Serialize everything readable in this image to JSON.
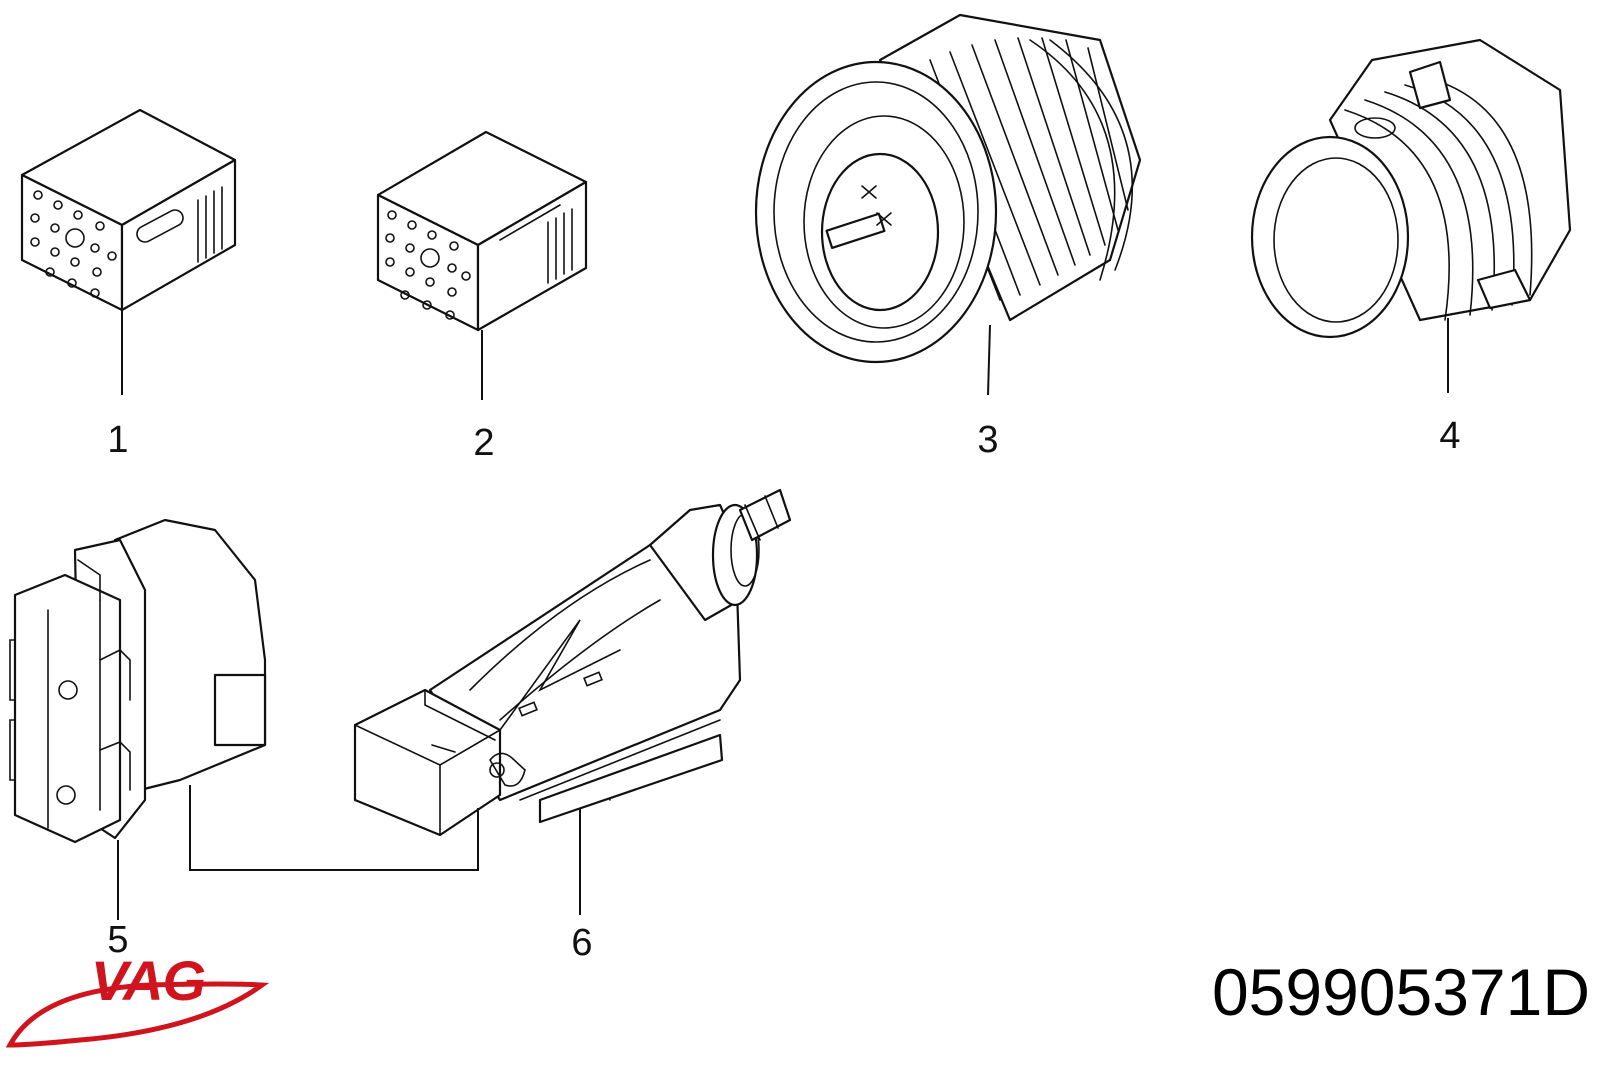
{
  "callouts": [
    {
      "label": "1"
    },
    {
      "label": "2"
    },
    {
      "label": "3"
    },
    {
      "label": "4"
    },
    {
      "label": "5"
    },
    {
      "label": "6"
    }
  ],
  "brand": {
    "text": "VAG",
    "color": "#d0141e"
  },
  "part_number": "059905371D"
}
